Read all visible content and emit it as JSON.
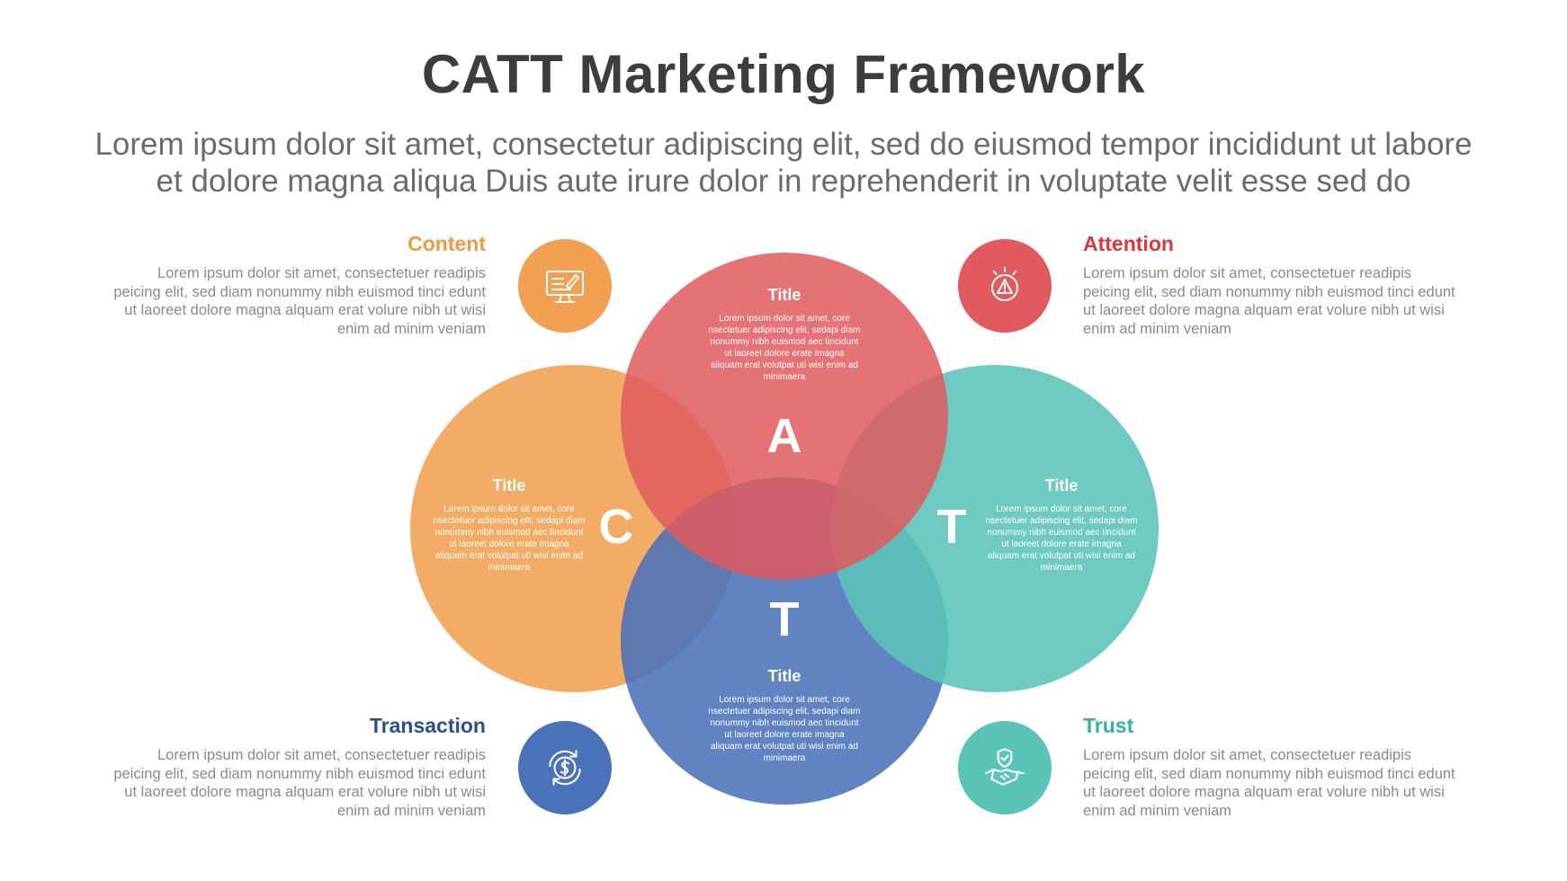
{
  "title": "CATT Marketing Framework",
  "subtitle_lines": [
    "Lorem ipsum dolor sit amet, consectetur adipiscing elit, sed do eiusmod tempor incididunt ut labore",
    "et dolore magna aliqua Duis aute irure dolor in reprehenderit in voluptate velit esse sed do"
  ],
  "colors": {
    "content": "#f0a050",
    "attention": "#e05a5e",
    "trust": "#5bc4b8",
    "transaction": "#4a72b8"
  },
  "blocks": {
    "content": {
      "title": "Content",
      "desc": "Lorem ipsum dolor sit amet, consectetuer readipis peicing elit, sed diam nonummy nibh euismod tinci edunt ut laoreet dolore magna alquam erat volure nibh ut wisi enim ad minim veniam",
      "icon": "computer-design-icon"
    },
    "attention": {
      "title": "Attention",
      "desc": "Lorem ipsum dolor sit amet, consectetuer readipis peicing elit, sed diam nonummy nibh euismod tinci edunt ut laoreet dolore magna alquam erat volure nibh ut wisi enim ad minim veniam",
      "icon": "warning-alert-icon"
    },
    "transaction": {
      "title": "Transaction",
      "desc": "Lorem ipsum dolor sit amet, consectetuer readipis peicing elit, sed diam nonummy nibh euismod tinci edunt ut laoreet dolore magna alquam erat volure nibh ut wisi enim ad minim veniam",
      "icon": "dollar-exchange-icon"
    },
    "trust": {
      "title": "Trust",
      "desc": "Lorem ipsum dolor sit amet, consectetuer readipis peicing elit, sed diam nonummy nibh euismod tinci edunt ut laoreet dolore magna alquam erat volure nibh ut wisi enim ad minim veniam",
      "icon": "handshake-shield-icon"
    }
  },
  "venn": {
    "attention": {
      "letter": "A",
      "title": "Title",
      "text": "Lorem ipsum dolor sit amet, core nsectetuer adipiscing elit, sedapi diam nonummy nibh euismod aec tincidunt ut laoreet dolore erate imagna aliquam erat volutpat uti wisi enim ad minimaera"
    },
    "content": {
      "letter": "C",
      "title": "Title",
      "text": "Lorem ipsum dolor sit amet, core nsectetuer adipiscing elit, sedapi diam nonummy nibh euismod aec tincidunt ut laoreet dolore erate imagna aliquam erat volutpat uti wisi enim ad minimaera"
    },
    "trust": {
      "letter": "T",
      "title": "Title",
      "text": "Lorem ipsum dolor sit amet, core nsectetuer adipiscing elit, sedapi diam nonummy nibh euismod aec tincidunt ut laoreet dolore erate imagna aliquam erat volutpat uti wisi enim ad minimaera"
    },
    "transaction": {
      "letter": "T",
      "title": "Title",
      "text": "Lorem ipsum dolor sit amet, core nsectetuer adipiscing elit, sedapi diam nonummy nibh euismod aec tincidunt ut laoreet dolore erate imagna aliquam erat volutpat uti wisi enim ad minimaera"
    }
  }
}
